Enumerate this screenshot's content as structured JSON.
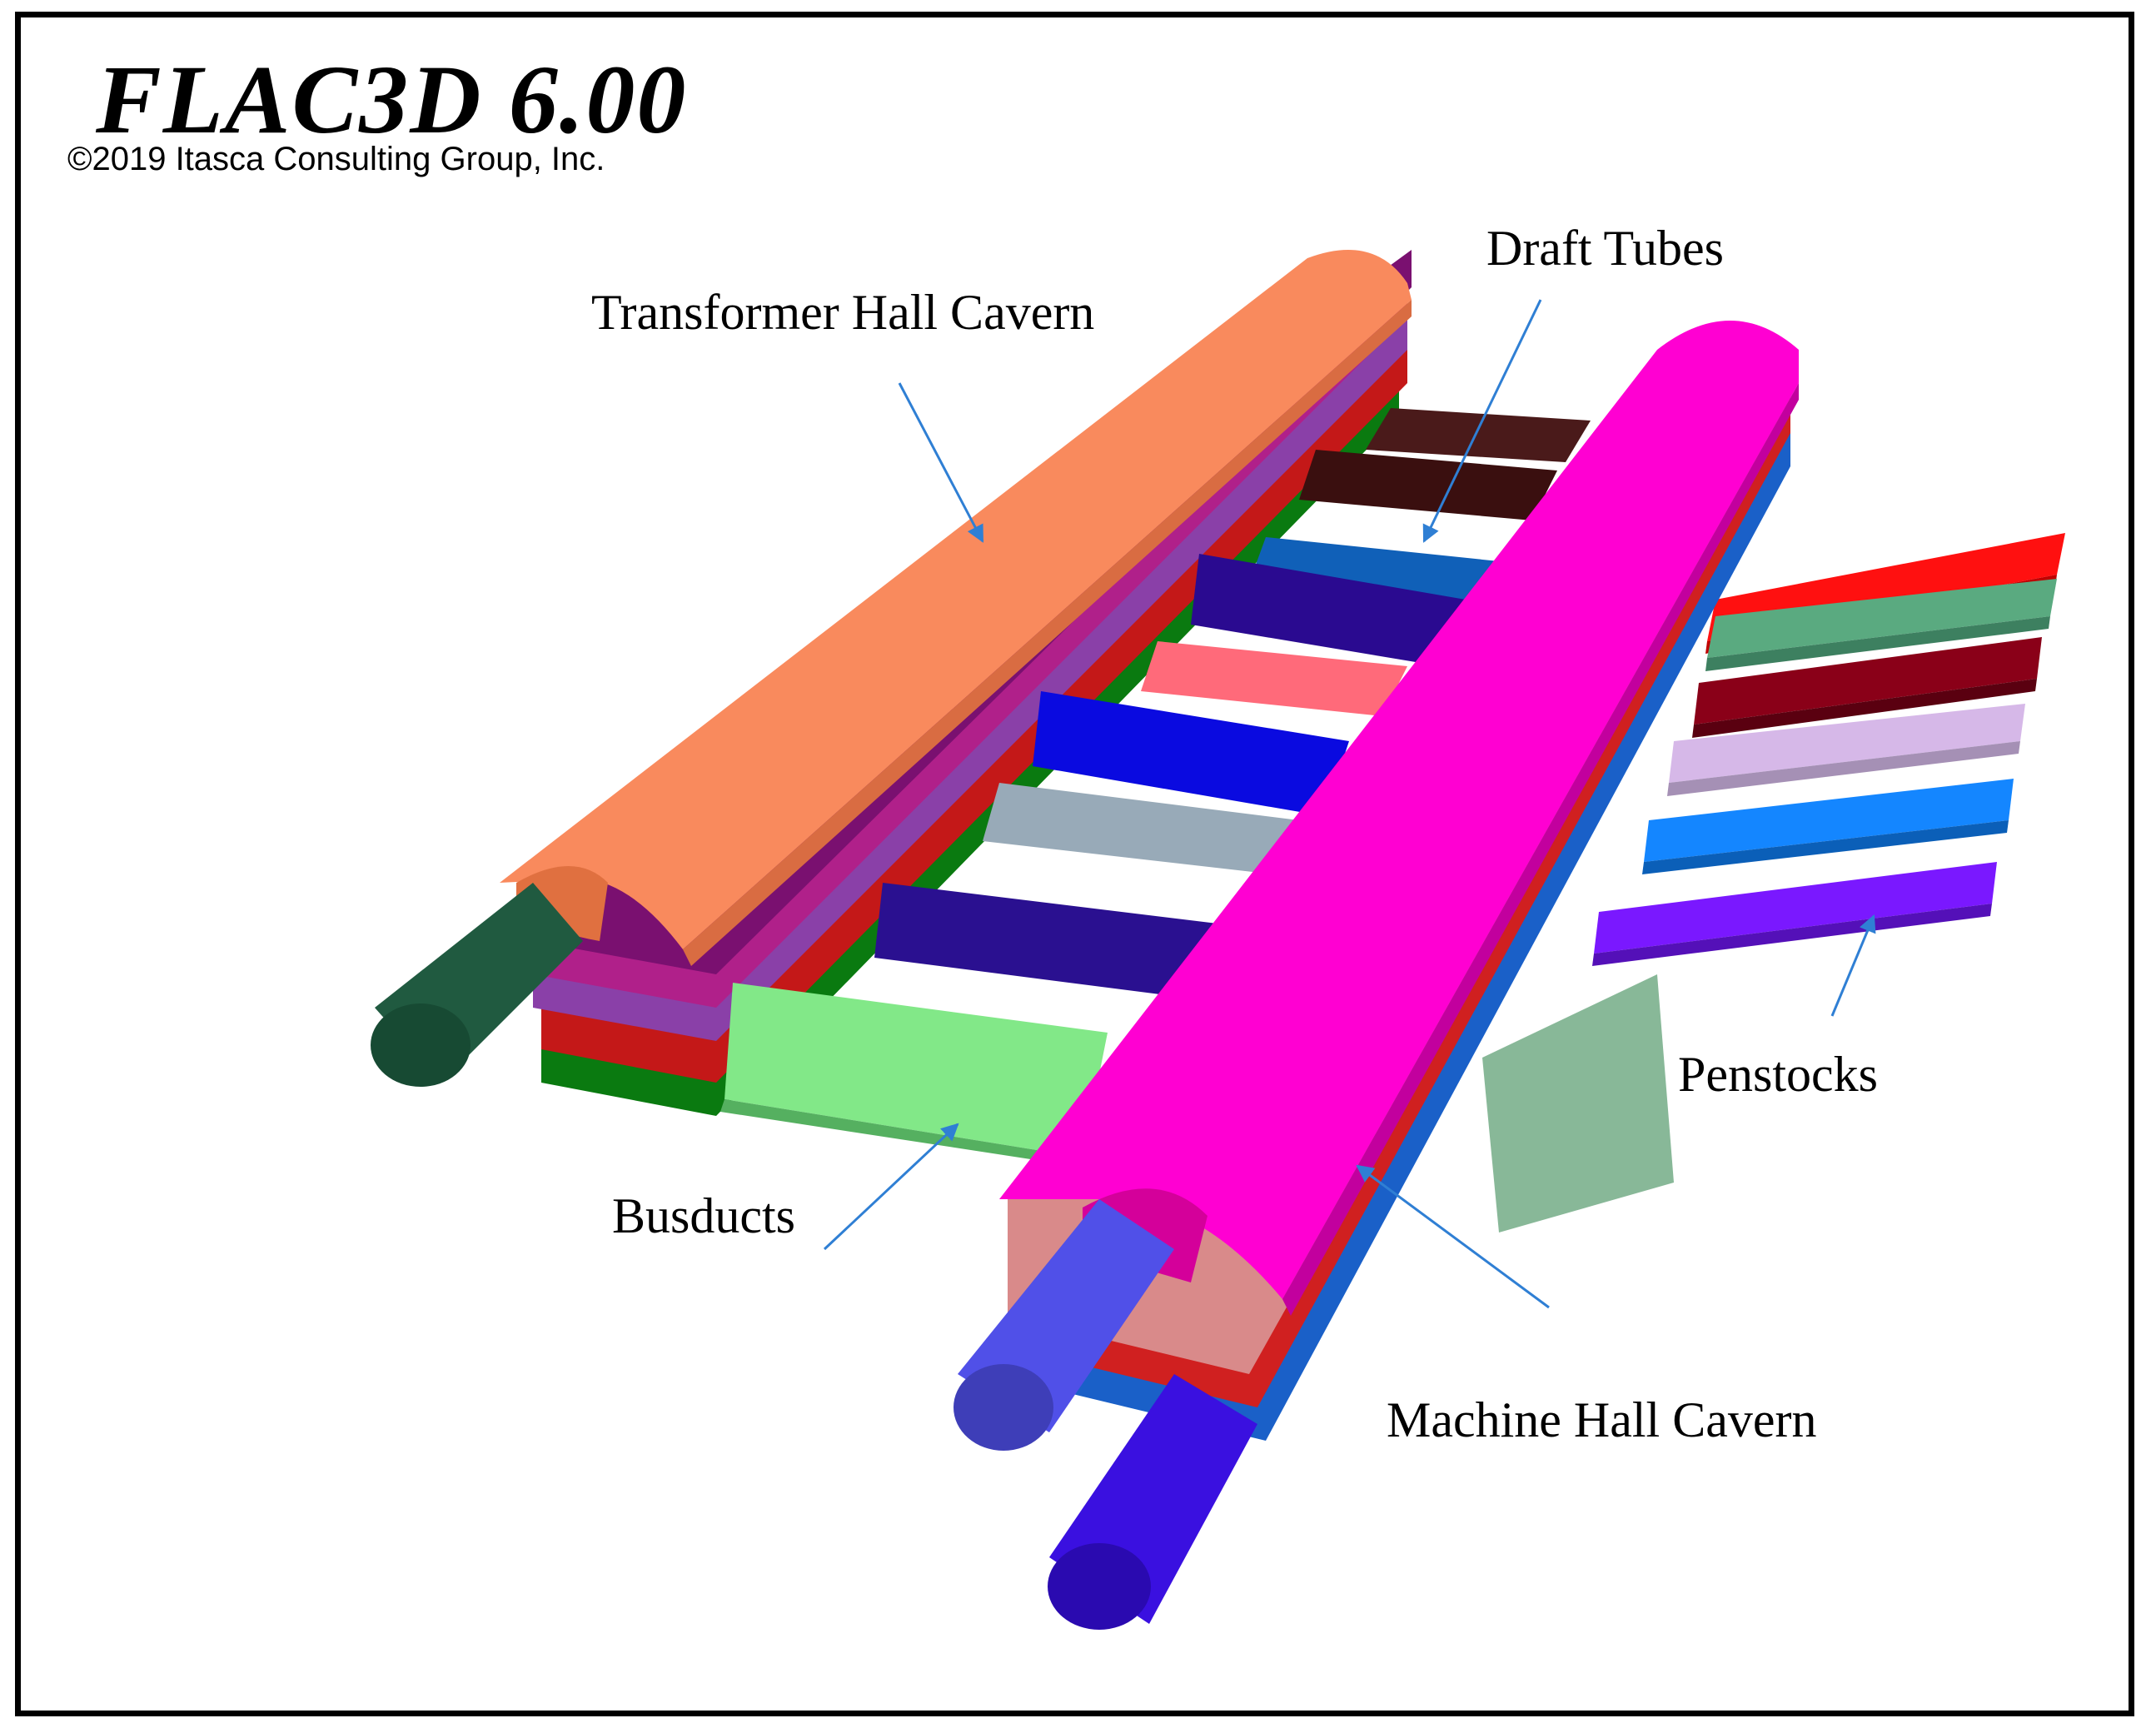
{
  "header": {
    "product": "FLAC3D 6.00",
    "copyright": "©2019 Itasca Consulting Group, Inc."
  },
  "labels": {
    "transformer_hall": "Transformer Hall Cavern",
    "draft_tubes": "Draft Tubes",
    "penstocks": "Penstocks",
    "busducts": "Busducts",
    "machine_hall": "Machine Hall Cavern"
  },
  "colors": {
    "transformer_crown": "#f98a5d",
    "machine_crown": "#ff00d2",
    "arrow": "#2f7fd4",
    "outline": "#000000"
  }
}
